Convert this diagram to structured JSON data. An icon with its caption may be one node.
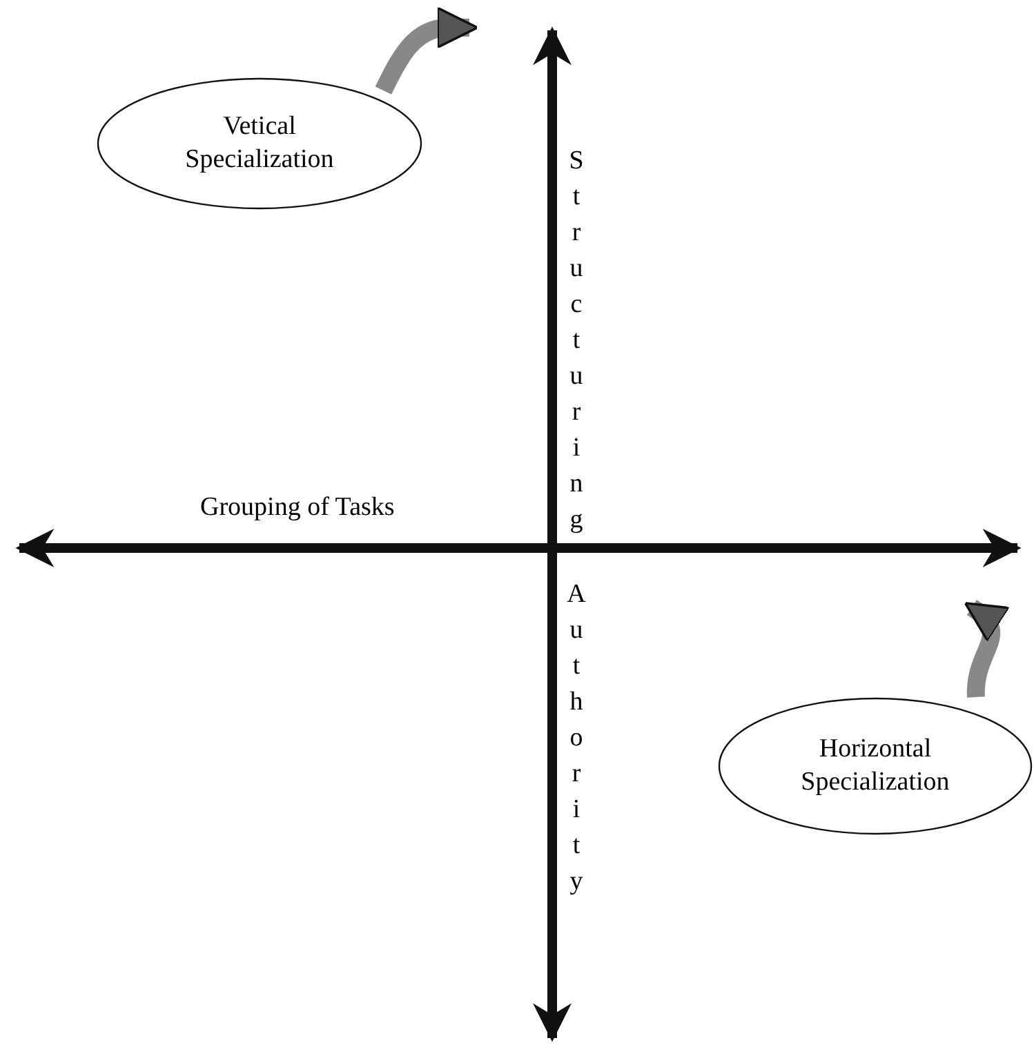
{
  "diagram": {
    "nodes": [
      {
        "text": [
          "Vetical Specialization"
        ]
      },
      {
        "text": [
          "Horizontal Specialization"
        ]
      }
    ],
    "edges": [
      {
        "from": 0,
        "to": null,
        "arrow": "to"
      },
      {
        "from": 1,
        "to": null,
        "arrow": "to"
      }
    ],
    "labels": [
      "Structuring",
      "Grouping of Tasks",
      "Authority"
    ]
  }
}
